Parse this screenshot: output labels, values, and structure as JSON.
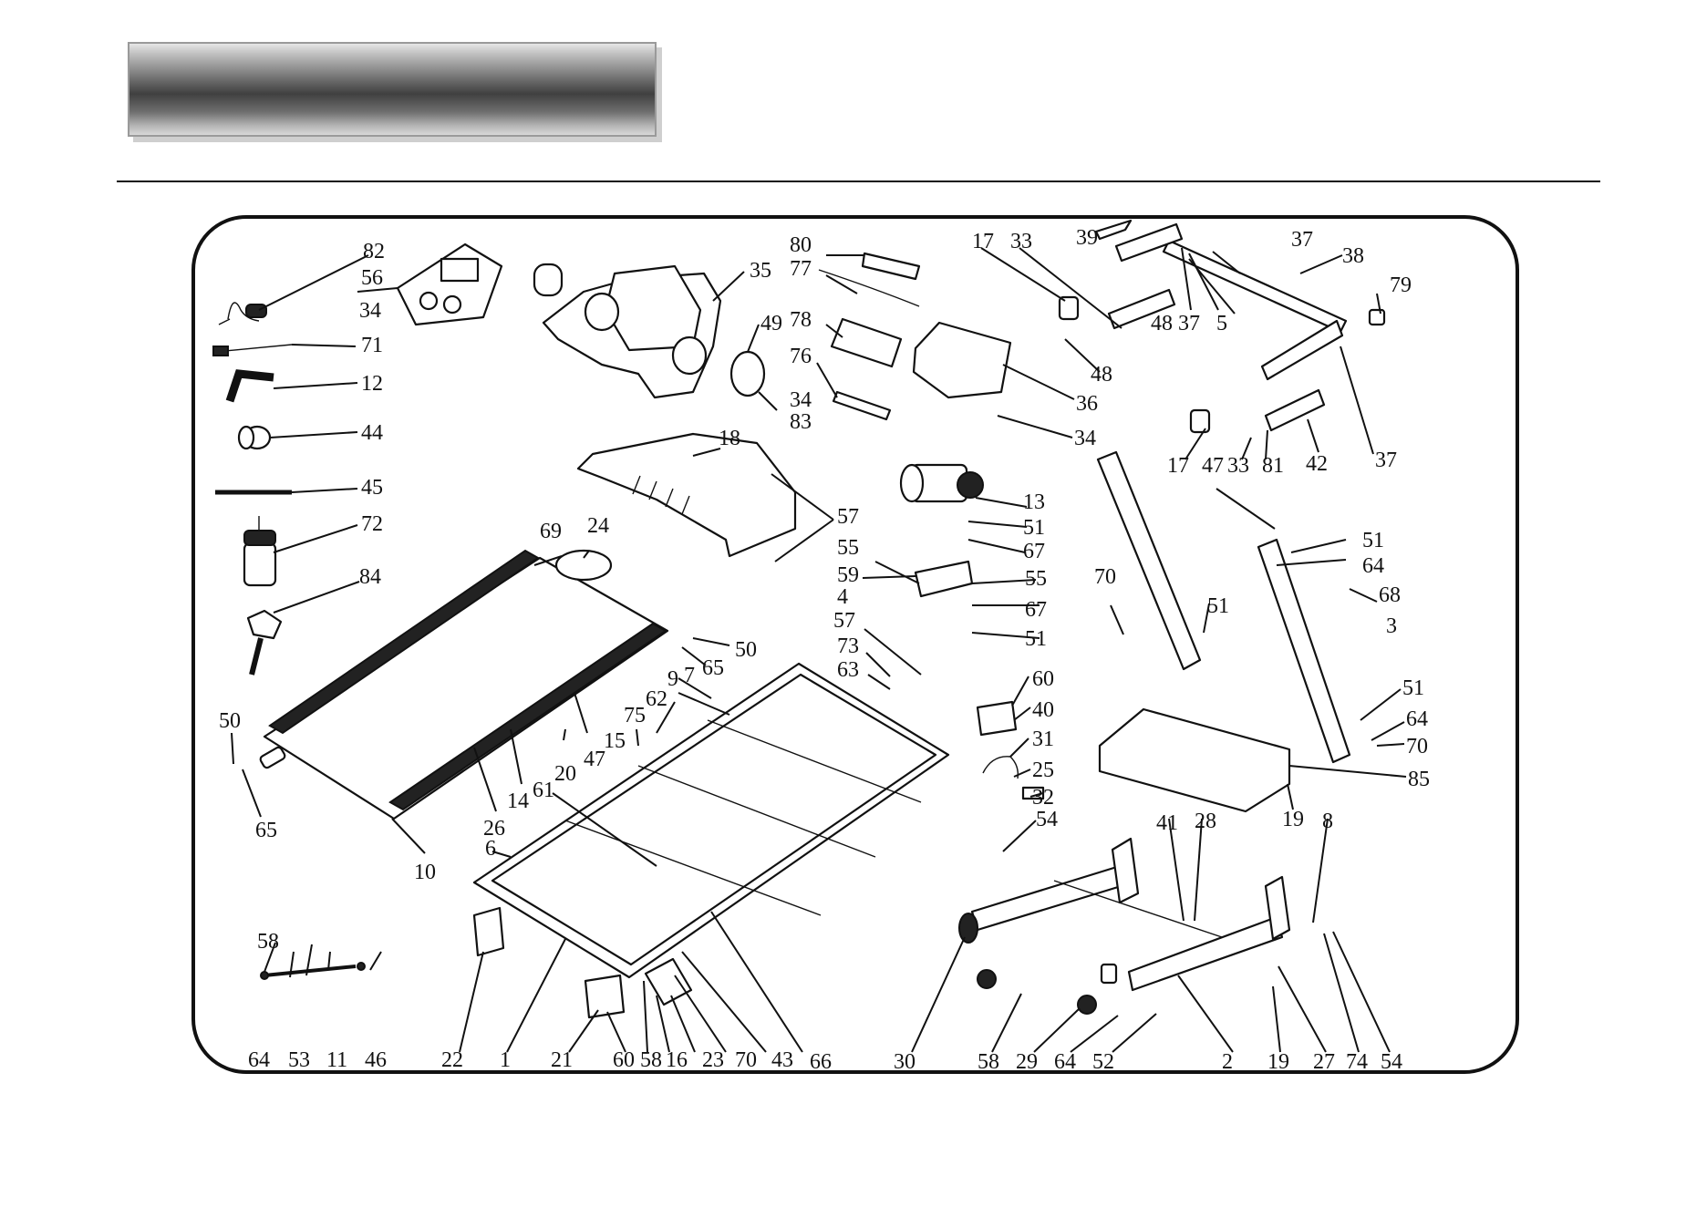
{
  "diagram": {
    "labels": [
      {
        "id": "l82",
        "text": "82"
      },
      {
        "id": "l56",
        "text": "56"
      },
      {
        "id": "l34a",
        "text": "34"
      },
      {
        "id": "l71",
        "text": "71"
      },
      {
        "id": "l12",
        "text": "12"
      },
      {
        "id": "l44",
        "text": "44"
      },
      {
        "id": "l45",
        "text": "45"
      },
      {
        "id": "l72",
        "text": "72"
      },
      {
        "id": "l84",
        "text": "84"
      },
      {
        "id": "l50a",
        "text": "50"
      },
      {
        "id": "l65a",
        "text": "65"
      },
      {
        "id": "l10",
        "text": "10"
      },
      {
        "id": "l26",
        "text": "26"
      },
      {
        "id": "l14",
        "text": "14"
      },
      {
        "id": "l20",
        "text": "20"
      },
      {
        "id": "l47a",
        "text": "47"
      },
      {
        "id": "l15",
        "text": "15"
      },
      {
        "id": "l69",
        "text": "69"
      },
      {
        "id": "l24",
        "text": "24"
      },
      {
        "id": "l50b",
        "text": "50"
      },
      {
        "id": "l65b",
        "text": "65"
      },
      {
        "id": "l35",
        "text": "35"
      },
      {
        "id": "l18",
        "text": "18"
      },
      {
        "id": "l57a",
        "text": "57"
      },
      {
        "id": "l80",
        "text": "80"
      },
      {
        "id": "l77",
        "text": "77"
      },
      {
        "id": "l78",
        "text": "78"
      },
      {
        "id": "l49",
        "text": "49"
      },
      {
        "id": "l76",
        "text": "76"
      },
      {
        "id": "l34b",
        "text": "34"
      },
      {
        "id": "l83",
        "text": "83"
      },
      {
        "id": "l36",
        "text": "36"
      },
      {
        "id": "l34c",
        "text": "34"
      },
      {
        "id": "l17a",
        "text": "17"
      },
      {
        "id": "l33a",
        "text": "33"
      },
      {
        "id": "l39",
        "text": "39"
      },
      {
        "id": "l48a",
        "text": "48"
      },
      {
        "id": "l37a",
        "text": "37"
      },
      {
        "id": "l5",
        "text": "5"
      },
      {
        "id": "l37b",
        "text": "37"
      },
      {
        "id": "l38",
        "text": "38"
      },
      {
        "id": "l79",
        "text": "79"
      },
      {
        "id": "l48b",
        "text": "48"
      },
      {
        "id": "l17b",
        "text": "17"
      },
      {
        "id": "l47b",
        "text": "47"
      },
      {
        "id": "l33b",
        "text": "33"
      },
      {
        "id": "l81",
        "text": "81"
      },
      {
        "id": "l42",
        "text": "42"
      },
      {
        "id": "l37c",
        "text": "37"
      },
      {
        "id": "l13",
        "text": "13"
      },
      {
        "id": "l51a",
        "text": "51"
      },
      {
        "id": "l67a",
        "text": "67"
      },
      {
        "id": "l55a",
        "text": "55"
      },
      {
        "id": "l59",
        "text": "59"
      },
      {
        "id": "l4",
        "text": "4"
      },
      {
        "id": "l55b",
        "text": "55"
      },
      {
        "id": "l67b",
        "text": "67"
      },
      {
        "id": "l51b",
        "text": "51"
      },
      {
        "id": "l57b",
        "text": "57"
      },
      {
        "id": "l73",
        "text": "73"
      },
      {
        "id": "l63",
        "text": "63"
      },
      {
        "id": "l70a",
        "text": "70"
      },
      {
        "id": "l51c",
        "text": "51"
      },
      {
        "id": "l51d",
        "text": "51"
      },
      {
        "id": "l64a",
        "text": "64"
      },
      {
        "id": "l68",
        "text": "68"
      },
      {
        "id": "l3",
        "text": "3"
      },
      {
        "id": "l51e",
        "text": "51"
      },
      {
        "id": "l64b",
        "text": "64"
      },
      {
        "id": "l70b",
        "text": "70"
      },
      {
        "id": "l60a",
        "text": "60"
      },
      {
        "id": "l40",
        "text": "40"
      },
      {
        "id": "l31",
        "text": "31"
      },
      {
        "id": "l25",
        "text": "25"
      },
      {
        "id": "l32",
        "text": "32"
      },
      {
        "id": "l85",
        "text": "85"
      },
      {
        "id": "l19a",
        "text": "19"
      },
      {
        "id": "l9",
        "text": "9"
      },
      {
        "id": "l7",
        "text": "7"
      },
      {
        "id": "l62",
        "text": "62"
      },
      {
        "id": "l75",
        "text": "75"
      },
      {
        "id": "l61",
        "text": "61"
      },
      {
        "id": "l6",
        "text": "6"
      },
      {
        "id": "l54a",
        "text": "54"
      },
      {
        "id": "l41",
        "text": "41"
      },
      {
        "id": "l28",
        "text": "28"
      },
      {
        "id": "l8",
        "text": "8"
      },
      {
        "id": "l58a",
        "text": "58"
      },
      {
        "id": "l64c",
        "text": "64"
      },
      {
        "id": "l53",
        "text": "53"
      },
      {
        "id": "l11",
        "text": "11"
      },
      {
        "id": "l46",
        "text": "46"
      },
      {
        "id": "l22",
        "text": "22"
      },
      {
        "id": "l1",
        "text": "1"
      },
      {
        "id": "l21",
        "text": "21"
      },
      {
        "id": "l60b",
        "text": "60"
      },
      {
        "id": "l58b",
        "text": "58"
      },
      {
        "id": "l16",
        "text": "16"
      },
      {
        "id": "l23",
        "text": "23"
      },
      {
        "id": "l70c",
        "text": "70"
      },
      {
        "id": "l43",
        "text": "43"
      },
      {
        "id": "l66",
        "text": "66"
      },
      {
        "id": "l30",
        "text": "30"
      },
      {
        "id": "l58c",
        "text": "58"
      },
      {
        "id": "l29",
        "text": "29"
      },
      {
        "id": "l64d",
        "text": "64"
      },
      {
        "id": "l52",
        "text": "52"
      },
      {
        "id": "l2",
        "text": "2"
      },
      {
        "id": "l19b",
        "text": "19"
      },
      {
        "id": "l27",
        "text": "27"
      },
      {
        "id": "l74",
        "text": "74"
      },
      {
        "id": "l54b",
        "text": "54"
      }
    ]
  }
}
